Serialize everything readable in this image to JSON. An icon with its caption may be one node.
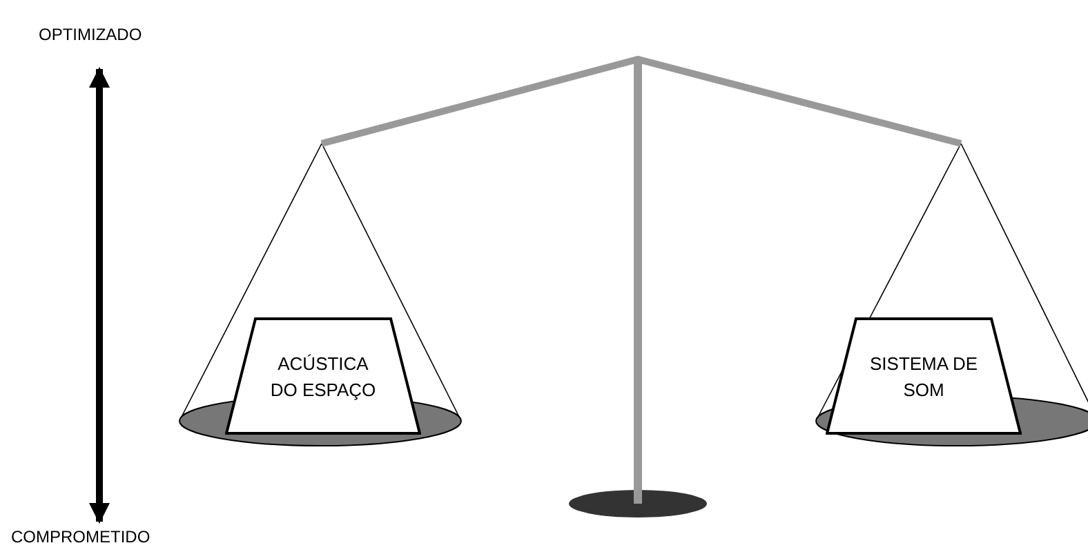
{
  "diagram": {
    "nodes": [
      {
        "text": [
          "ACÚSTICA DO ESPAÇO"
        ]
      },
      {
        "text": [
          "SISTEMA DE SOM"
        ]
      }
    ],
    "labels": [
      "OPTIMIZADO",
      "COMPROMETIDO"
    ]
  }
}
